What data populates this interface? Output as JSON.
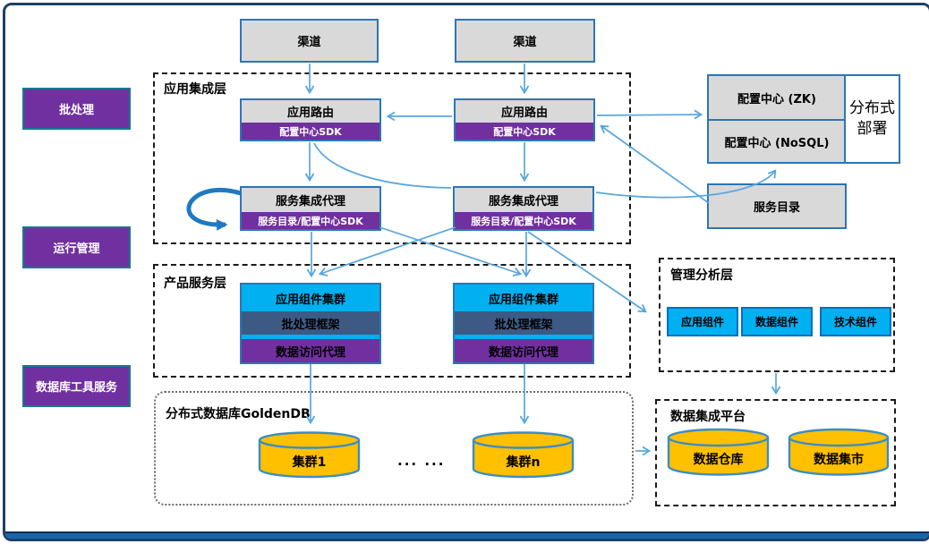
{
  "side_labels": {
    "batch": "批处理",
    "ops": "运行管理",
    "dbtools": "数据库工具服务"
  },
  "channels": {
    "left": "渠道",
    "right": "渠道"
  },
  "integration_layer": {
    "title": "应用集成层",
    "router_left": {
      "title": "应用路由",
      "sdk": "配置中心SDK"
    },
    "router_right": {
      "title": "应用路由",
      "sdk": "配置中心SDK"
    },
    "agent_left": {
      "title": "服务集成代理",
      "sdk": "服务目录/配置中心SDK"
    },
    "agent_right": {
      "title": "服务集成代理",
      "sdk": "服务目录/配置中心SDK"
    }
  },
  "config_center": {
    "zk": "配置中心 (ZK)",
    "nosql": "配置中心 (NoSQL)",
    "deploy": "分布式部署",
    "service_catalog": "服务目录"
  },
  "product_layer": {
    "title": "产品服务层",
    "stack_left": {
      "cluster": "应用组件集群",
      "framework": "批处理框架",
      "proxy": "数据访问代理"
    },
    "stack_right": {
      "cluster": "应用组件集群",
      "framework": "批处理框架",
      "proxy": "数据访问代理"
    }
  },
  "analysis_layer": {
    "title": "管理分析层",
    "components": [
      "应用组件",
      "数据组件",
      "技术组件"
    ]
  },
  "goldendb": {
    "title": "分布式数据库GoldenDB",
    "cluster1": "集群1",
    "cluster_n": "集群n",
    "ellipsis": "... ..."
  },
  "data_platform": {
    "title": "数据集成平台",
    "warehouse": "数据仓库",
    "mart": "数据集市"
  },
  "colors": {
    "arrow": "#58A6DE",
    "loop_arrow": "#1F79C2",
    "box_border": "#2E75B6",
    "gray_fill": "#D9D9D9",
    "purple": "#7030A0",
    "cyan": "#00B0F0",
    "slate_band": "#3D5A85",
    "cylinder_fill": "#FFC000",
    "frame_border": "#1E4065"
  }
}
